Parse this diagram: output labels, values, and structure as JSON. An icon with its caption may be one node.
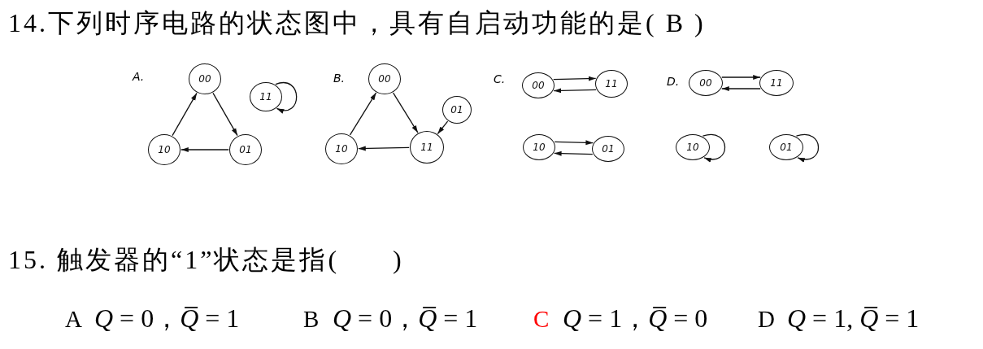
{
  "diagram": {
    "nodes": [
      {
        "text": [
          "00"
        ]
      },
      {
        "text": [
          "11"
        ]
      },
      {
        "text": [
          "10"
        ]
      },
      {
        "text": [
          "01"
        ]
      },
      {
        "text": [
          "00"
        ]
      },
      {
        "text": [
          "01"
        ]
      },
      {
        "text": [
          "10"
        ]
      },
      {
        "text": [
          "11"
        ]
      },
      {
        "text": [
          "00"
        ]
      },
      {
        "text": [
          "11"
        ]
      },
      {
        "text": [
          "10"
        ]
      },
      {
        "text": [
          "01"
        ]
      },
      {
        "text": [
          "00"
        ]
      },
      {
        "text": [
          "11"
        ]
      },
      {
        "text": [
          "10"
        ]
      },
      {
        "text": [
          "01"
        ]
      }
    ],
    "edges": [
      {
        "from": 0,
        "to": 3,
        "arrow": "to"
      },
      {
        "from": 3,
        "to": 2,
        "arrow": "to"
      },
      {
        "from": 2,
        "to": 0,
        "arrow": "to"
      },
      {
        "from": 1,
        "to": 1,
        "arrow": "to"
      },
      {
        "from": 4,
        "to": 7,
        "arrow": "to"
      },
      {
        "from": 5,
        "to": 7,
        "arrow": "to"
      },
      {
        "from": 7,
        "to": 6,
        "arrow": "to"
      },
      {
        "from": 6,
        "to": 4,
        "arrow": "to"
      },
      {
        "from": 8,
        "to": 9,
        "arrow": "to"
      },
      {
        "from": 9,
        "to": 8,
        "arrow": "to"
      },
      {
        "from": 10,
        "to": 11,
        "arrow": "to"
      },
      {
        "from": 11,
        "to": 10,
        "arrow": "to"
      },
      {
        "from": 12,
        "to": 13,
        "arrow": "to"
      },
      {
        "from": 13,
        "to": 12,
        "arrow": "to"
      },
      {
        "from": 14,
        "to": 14,
        "arrow": "to"
      },
      {
        "from": 15,
        "to": 15,
        "arrow": "to"
      }
    ],
    "labels": [
      "14.下列时序电路的状态图中，具有自启动功能的是( B )",
      "A.",
      "B.",
      "C.",
      "D.",
      "15. 触发器的“1”状态是指(      )",
      "A",
      "*Q* = 0，*Q̅* = 1",
      "B",
      "*Q* = 0，*Q̅* = 1",
      "C",
      "*Q* = 1，*Q̅* = 0",
      "D",
      "*Q* = 1, *Q̅* = 1"
    ]
  }
}
